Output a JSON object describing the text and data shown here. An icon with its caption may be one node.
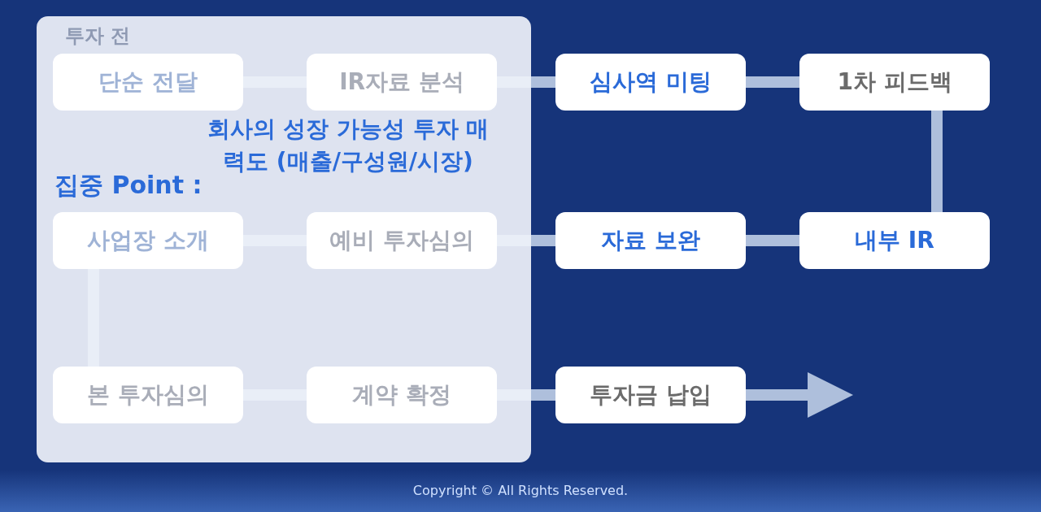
{
  "diagram": {
    "nodes": [
      {
        "text": [
          "투자 전",
          "집중 Point :",
          "회사의 성장 가능성 투자 매력도 (매출/구성원/시장)"
        ]
      },
      {
        "text": [
          "단순 전달"
        ],
        "in": 0
      },
      {
        "text": [
          "IR자료 분석"
        ],
        "in": 0
      },
      {
        "text": [
          "심사역 미팅"
        ]
      },
      {
        "text": [
          "1차 피드백"
        ]
      },
      {
        "text": [
          "사업장 소개"
        ],
        "in": 0
      },
      {
        "text": [
          "예비 투자심의"
        ],
        "in": 0
      },
      {
        "text": [
          "자료 보완"
        ]
      },
      {
        "text": [
          "내부 IR"
        ]
      },
      {
        "text": [
          "본 투자심의"
        ],
        "in": 0
      },
      {
        "text": [
          "계약 확정"
        ],
        "in": 0
      },
      {
        "text": [
          "투자금 납입"
        ]
      }
    ],
    "edges": [
      {
        "from": 1,
        "to": 2,
        "arrow": "none"
      },
      {
        "from": 2,
        "to": 3,
        "arrow": "none"
      },
      {
        "from": 3,
        "to": 4,
        "arrow": "none"
      },
      {
        "from": 4,
        "to": 8,
        "arrow": "none"
      },
      {
        "from": 8,
        "to": 7,
        "arrow": "none"
      },
      {
        "from": 7,
        "to": 6,
        "arrow": "none"
      },
      {
        "from": 6,
        "to": 5,
        "arrow": "none"
      },
      {
        "from": 5,
        "to": 9,
        "arrow": "none"
      },
      {
        "from": 9,
        "to": 10,
        "arrow": "none"
      },
      {
        "from": 10,
        "to": 11,
        "arrow": "none"
      },
      {
        "from": 11,
        "to": null,
        "arrow": "to"
      }
    ],
    "labels": [
      "Copyright © All Rights Reserved."
    ]
  }
}
